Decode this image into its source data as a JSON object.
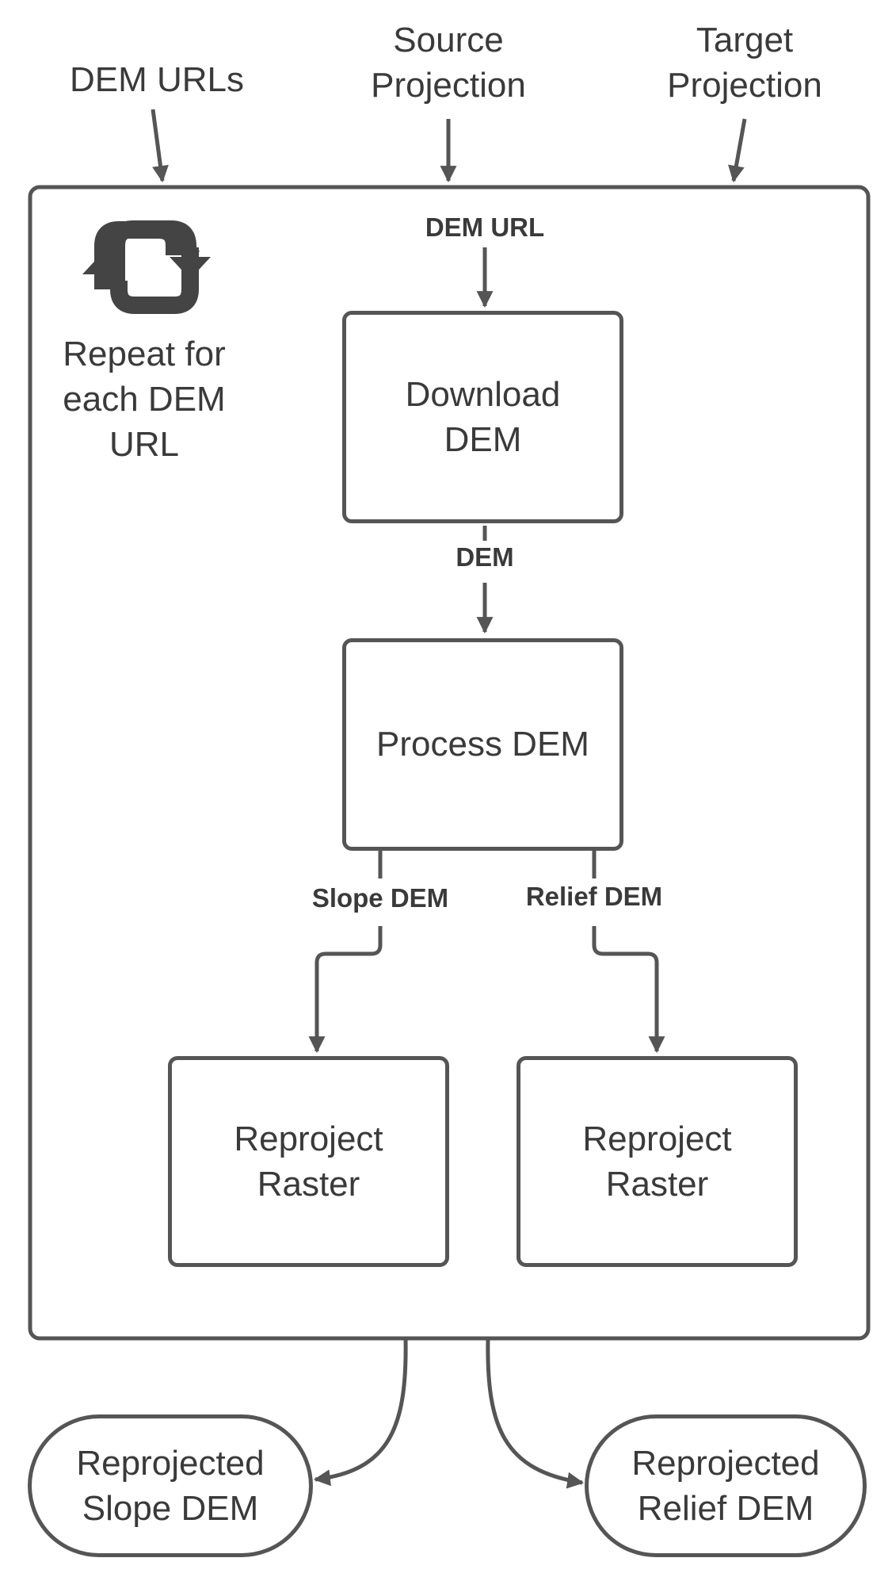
{
  "inputs": {
    "dem_urls": "DEM URLs",
    "source_projection": "Source\nProjection",
    "target_projection": "Target\nProjection"
  },
  "loop": {
    "icon": "repeat-icon",
    "label": "Repeat for\neach DEM\nURL"
  },
  "edges": {
    "dem_url": "DEM URL",
    "dem": "DEM",
    "slope_dem": "Slope DEM",
    "relief_dem": "Relief DEM"
  },
  "nodes": {
    "download": "Download\nDEM",
    "process": "Process DEM",
    "reproject_left": "Reproject\nRaster",
    "reproject_right": "Reproject\nRaster"
  },
  "outputs": {
    "slope": "Reprojected\nSlope DEM",
    "relief": "Reprojected\nRelief DEM"
  },
  "colors": {
    "stroke": "#555555",
    "text": "#3a3a3a"
  }
}
